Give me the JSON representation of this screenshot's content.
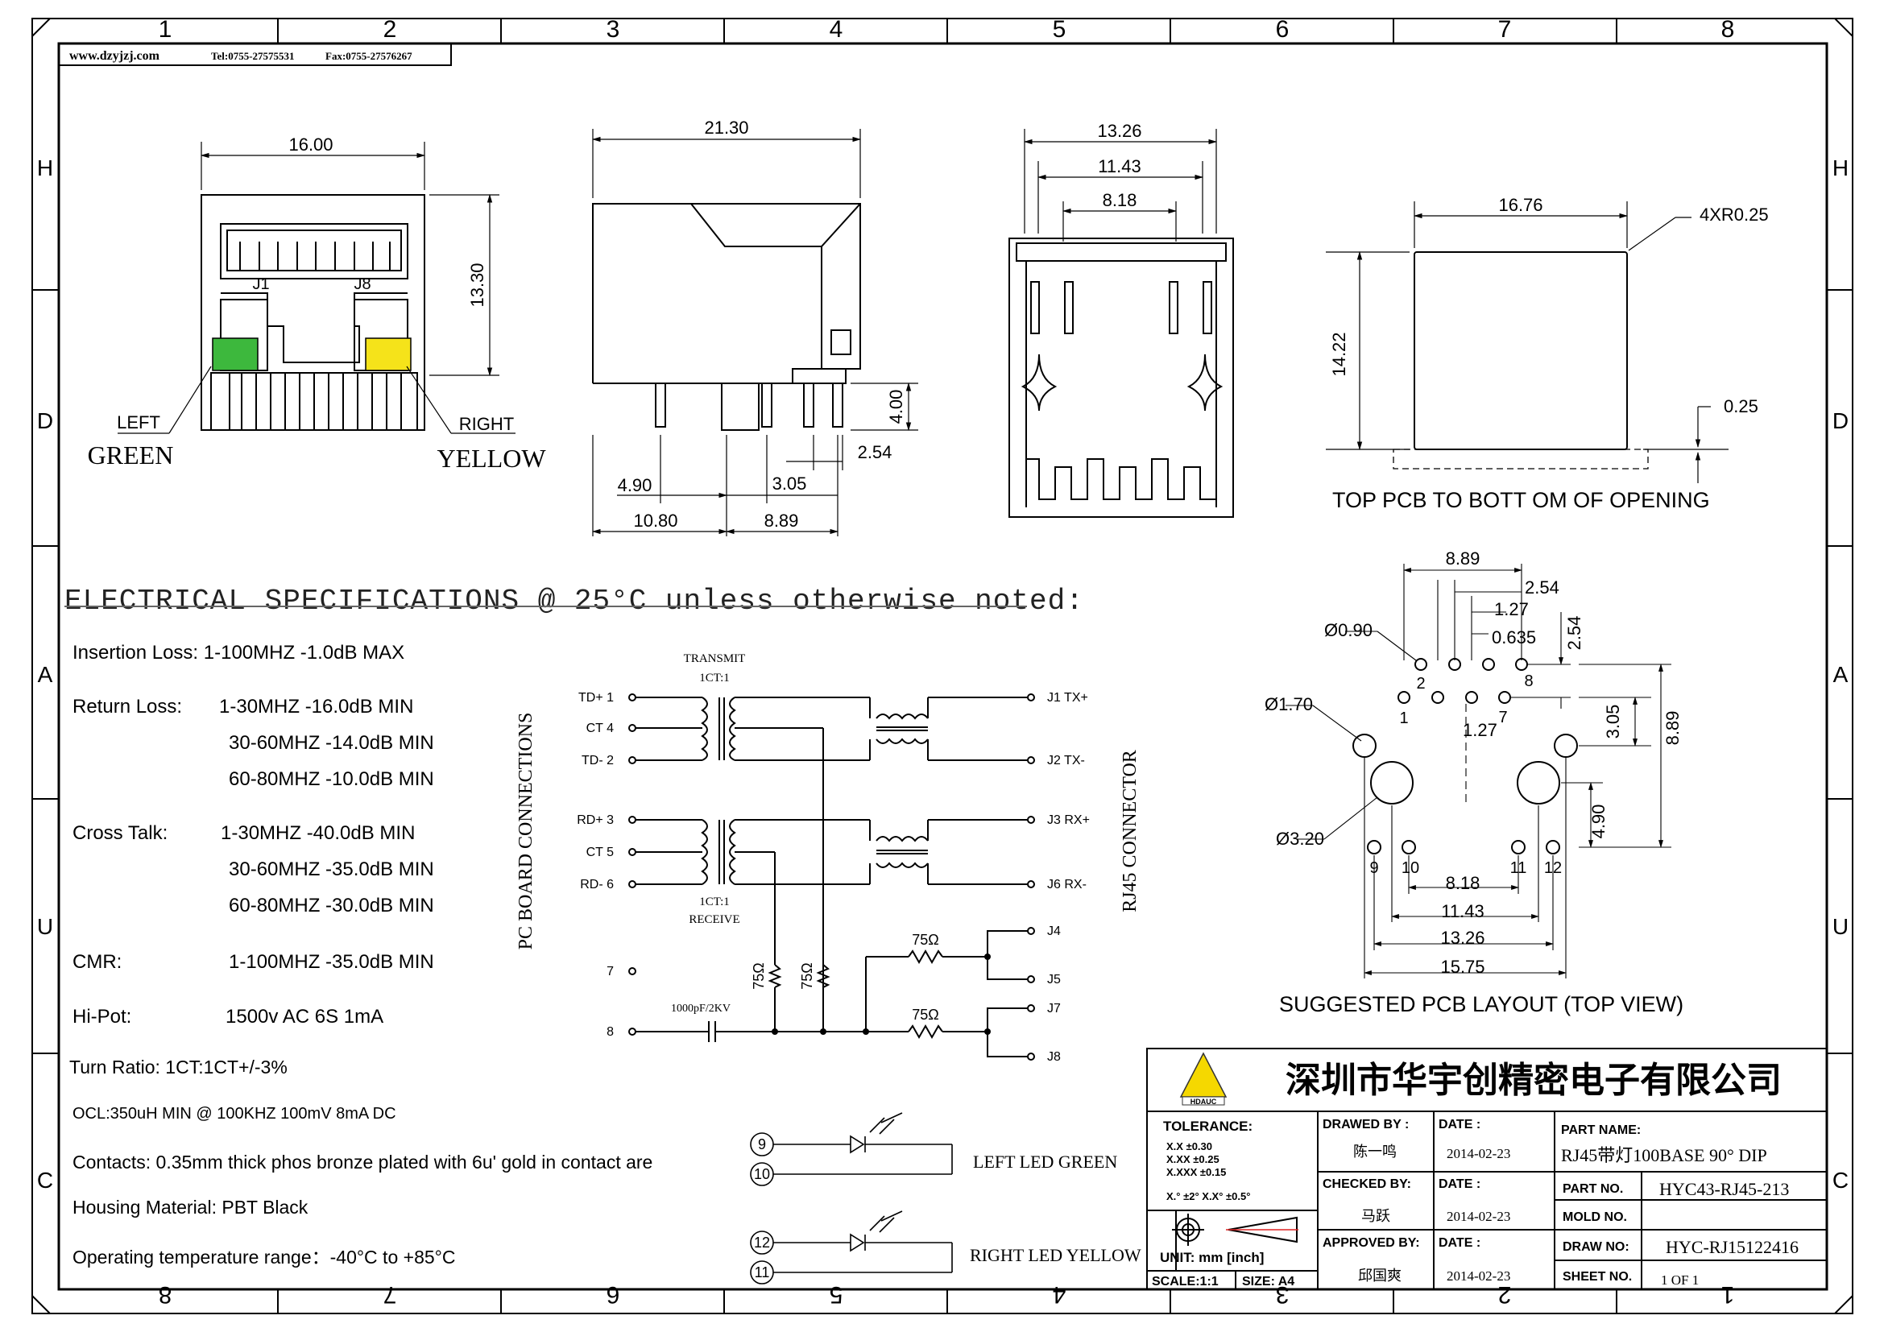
{
  "header": {
    "website": "www.dzyjzj.com",
    "tel": "Tel:0755-27575531",
    "fax": "Fax:0755-27576267"
  },
  "grid": {
    "top_cols": [
      "1",
      "2",
      "3",
      "4",
      "5",
      "6",
      "7",
      "8"
    ],
    "bottom_cols": [
      "8",
      "7",
      "6",
      "5",
      "4",
      "3",
      "2",
      "1"
    ],
    "rows": [
      "H",
      "D",
      "A",
      "U",
      "C"
    ]
  },
  "front_view": {
    "width_dim": "16.00",
    "height_dim": "13.30",
    "pin_j1": "J1",
    "pin_j8": "J8",
    "left_label": "LEFT",
    "left_color": "GREEN",
    "right_label": "RIGHT",
    "right_color": "YELLOW",
    "green_led_color": "#3db83d",
    "yellow_led_color": "#f5e31a"
  },
  "side_view": {
    "length_dim": "21.30",
    "pin_height": "4.00",
    "dim_254": "2.54",
    "dim_490": "4.90",
    "dim_305": "3.05",
    "dim_1080": "10.80",
    "dim_889": "8.89"
  },
  "rear_view": {
    "dim_1326": "13.26",
    "dim_1143": "11.43",
    "dim_818": "8.18"
  },
  "top_view": {
    "width_dim": "16.76",
    "radius_note": "4XR0.25",
    "height_dim": "14.22",
    "offset_dim": "0.25",
    "caption": "TOP  PCB  TO BOTT OM OF OPENING"
  },
  "specs": {
    "title": "ELECTRICAL  SPECIFICATIONS  @  25°C  unless  otherwise  noted:",
    "insertion_loss": "Insertion Loss:  1-100MHZ  -1.0dB MAX",
    "return_loss_label": "Return Loss:",
    "return_loss_1": "1-30MHZ    -16.0dB MIN",
    "return_loss_2": "30-60MHZ  -14.0dB MIN",
    "return_loss_3": "60-80MHZ  -10.0dB MIN",
    "cross_talk_label": "Cross Talk:",
    "cross_talk_1": "1-30MHZ    -40.0dB MIN",
    "cross_talk_2": "30-60MHZ  -35.0dB MIN",
    "cross_talk_3": "60-80MHZ  -30.0dB MIN",
    "cmr_label": "CMR:",
    "cmr_value": "1-100MHZ  -35.0dB MIN",
    "hipot_label": "Hi-Pot:",
    "hipot_value": "1500v AC 6S 1mA",
    "turn_ratio": "Turn Ratio: 1CT:1CT+/-3%",
    "ocl": "OCL:350uH MIN @ 100KHZ 100mV 8mA DC",
    "contacts": "Contacts: 0.35mm thick phos bronze plated with 6u' gold in contact are",
    "housing": "Housing Material: PBT Black",
    "temperature": "Operating temperature range：-40°C to +85°C"
  },
  "schematic": {
    "transmit": "TRANSMIT",
    "transmit_ratio": "1CT:1",
    "receive_ratio": "1CT:1",
    "receive": "RECEIVE",
    "pcb_label": "PC BOARD CONNECTIONS",
    "rj45_label": "RJ45 CONNECTOR",
    "pin_td_plus": "TD+ 1",
    "pin_ct4": "CT 4",
    "pin_td_minus": "TD- 2",
    "pin_rd_plus": "RD+ 3",
    "pin_ct5": "CT 5",
    "pin_rd_minus": "RD- 6",
    "pin_7": "7",
    "pin_8": "8",
    "j1": "J1 TX+",
    "j2": "J2 TX-",
    "j3": "J3 RX+",
    "j6": "J6 RX-",
    "j4": "J4",
    "j5": "J5",
    "j7": "J7",
    "j8": "J8",
    "res_75": "75Ω",
    "cap": "1000pF/2KV"
  },
  "led": {
    "pin9": "9",
    "pin10": "10",
    "pin12": "12",
    "pin11": "11",
    "left_led": "LEFT  LED GREEN",
    "right_led": "RIGHT  LED YELLOW"
  },
  "pcb_layout": {
    "dim_889_top": "8.89",
    "dim_254_top": "2.54",
    "dim_127_a": "1.27",
    "dim_0635": "0.635",
    "dim_254_side": "2.54",
    "hole_090": "Ø0.90",
    "hole_170": "Ø1.70",
    "hole_320": "Ø3.20",
    "pin_2": "2",
    "pin_8": "8",
    "pin_1": "1",
    "pin_7": "7",
    "dim_127_b": "1.27",
    "dim_305": "3.05",
    "dim_889_side": "8.89",
    "dim_490": "4.90",
    "pin_9": "9",
    "pin_10": "10",
    "pin_11": "11",
    "pin_12": "12",
    "dim_818": "8.18",
    "dim_1143": "11.43",
    "dim_1326": "13.26",
    "dim_1575": "15.75",
    "caption": "SUGGESTED PCB LAYOUT (TOP VIEW)"
  },
  "title_block": {
    "company": "深圳市华宇创精密电子有限公司",
    "logo_text": "HDAUC",
    "tolerance_label": "TOLERANCE:",
    "tol_x": "X.X     ±0.30",
    "tol_xx": "X.XX    ±0.25",
    "tol_xxx": "X.XXX  ±0.15",
    "tol_angle": "X.°  ±2°     X.X°  ±0.5°",
    "unit": "UNIT:  mm  [inch]",
    "scale": "SCALE:1:1",
    "size": "SIZE:  A4",
    "drawn_by_label": "DRAWED  BY :",
    "drawn_by": "陈一鸣",
    "checked_by_label": "CHECKED  BY:",
    "checked_by": "马跃",
    "approved_by_label": "APPROVED  BY:",
    "approved_by": "邱国爽",
    "date_label": "DATE :",
    "date1": "2014-02-23",
    "date2": "2014-02-23",
    "date3": "2014-02-23",
    "part_name_label": "PART  NAME:",
    "part_name": "RJ45带灯100BASE 90° DIP",
    "part_no_label": "PART  NO.",
    "part_no": "HYC43-RJ45-213",
    "mold_no_label": "MOLD  NO.",
    "mold_no": "",
    "draw_no_label": "DRAW  NO:",
    "draw_no": "HYC-RJ15122416",
    "sheet_no_label": "SHEET  NO.",
    "sheet_no": "1 OF 1"
  }
}
